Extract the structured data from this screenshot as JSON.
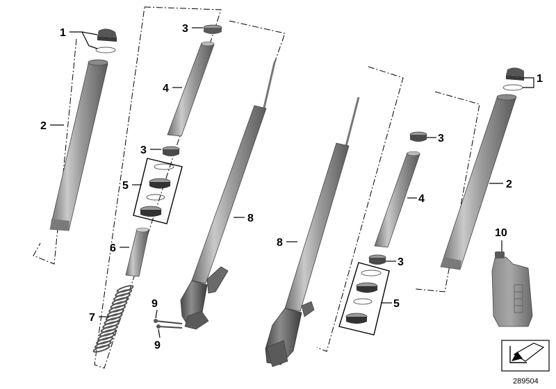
{
  "diagram": {
    "labels": {
      "l1_left": "1",
      "l2_left": "2",
      "l3_top_left": "3",
      "l4_left": "4",
      "l3_mid_left": "3",
      "l5_left": "5",
      "l6": "6",
      "l7": "7",
      "l8_left": "8",
      "l9_top": "9",
      "l9_bottom": "9",
      "l8_right": "8",
      "l3_top_right": "3",
      "l4_right": "4",
      "l3_mid_right": "3",
      "l5_right": "5",
      "l1_right": "1",
      "l2_right": "2",
      "l10": "10"
    },
    "doc_number": "289504"
  }
}
